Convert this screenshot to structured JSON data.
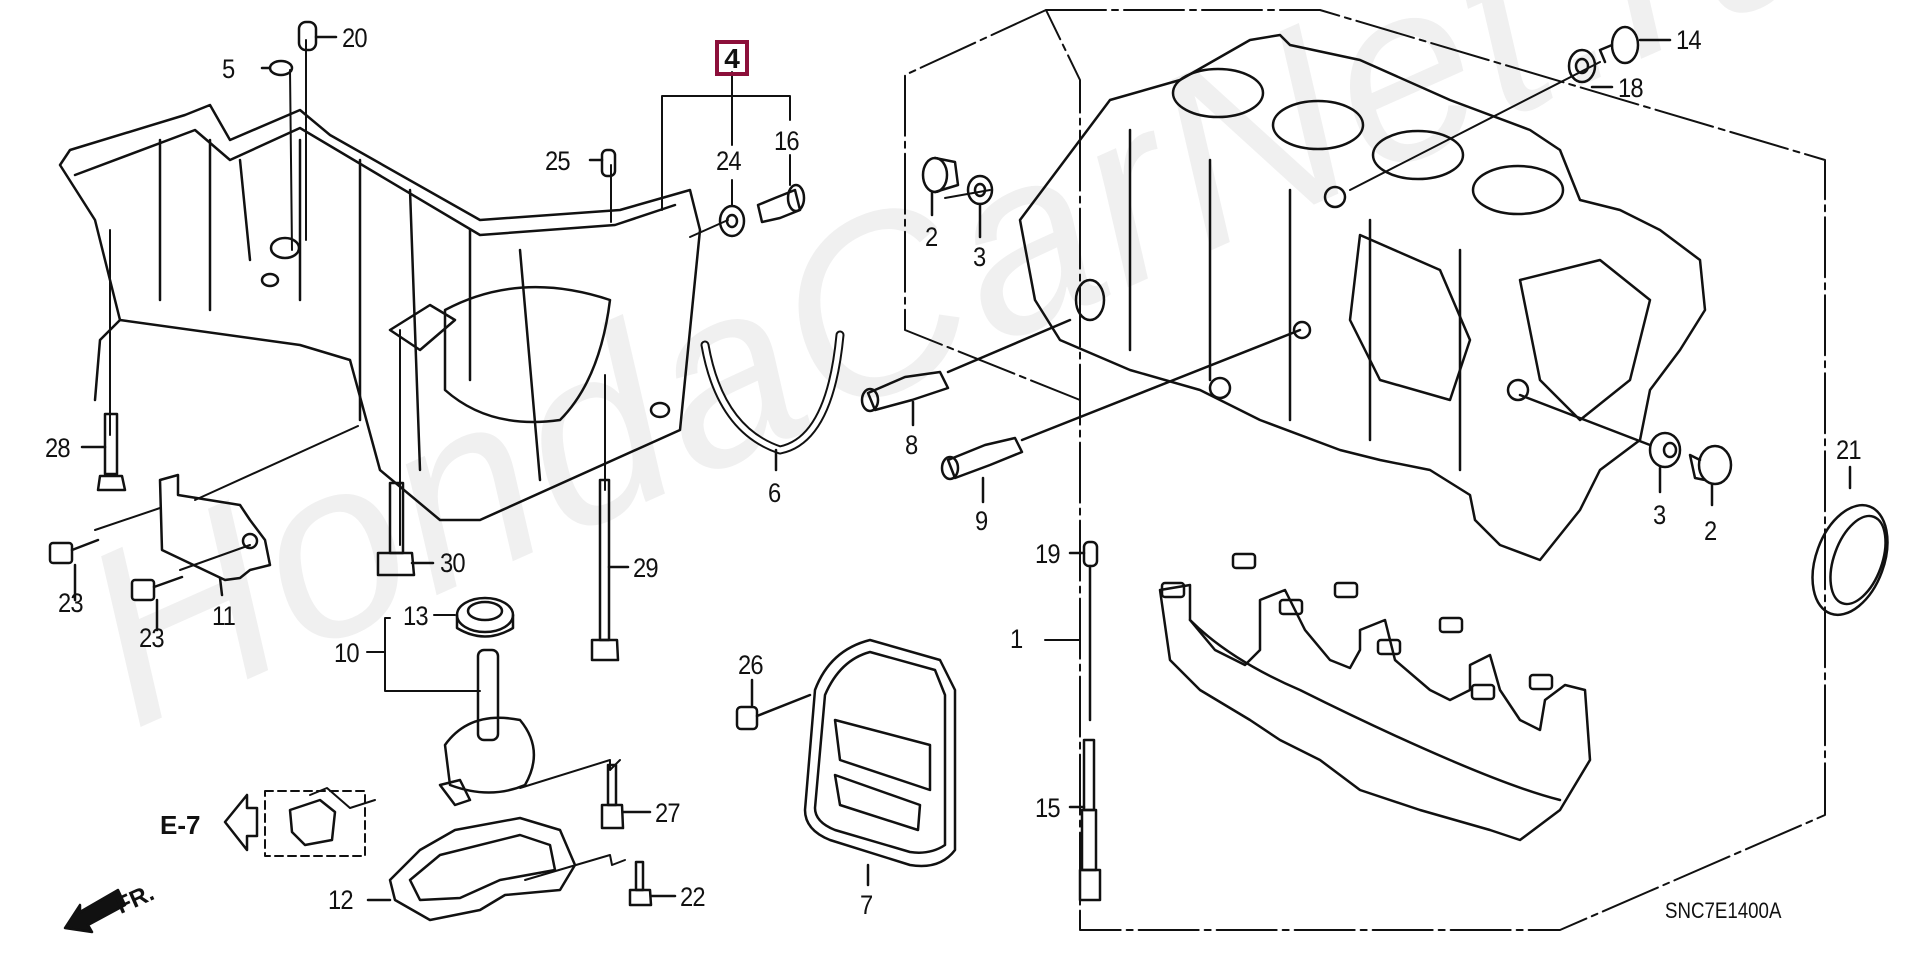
{
  "diagram": {
    "title": "Cylinder Block / Oil Pan exploded parts diagram",
    "diagram_code": "SNC7E1400A",
    "watermark": "HondaCarNet.ru",
    "highlighted_part": "4",
    "highlight_color": "#8c0f3a",
    "reference": {
      "label": "E-7"
    },
    "front_indicator": "FR.",
    "callouts": [
      {
        "id": "1",
        "label": "1"
      },
      {
        "id": "2a",
        "label": "2"
      },
      {
        "id": "2b",
        "label": "2"
      },
      {
        "id": "3a",
        "label": "3"
      },
      {
        "id": "3b",
        "label": "3"
      },
      {
        "id": "4",
        "label": "4"
      },
      {
        "id": "5",
        "label": "5"
      },
      {
        "id": "6",
        "label": "6"
      },
      {
        "id": "7",
        "label": "7"
      },
      {
        "id": "8",
        "label": "8"
      },
      {
        "id": "9",
        "label": "9"
      },
      {
        "id": "10",
        "label": "10"
      },
      {
        "id": "11",
        "label": "11"
      },
      {
        "id": "12",
        "label": "12"
      },
      {
        "id": "13",
        "label": "13"
      },
      {
        "id": "14",
        "label": "14"
      },
      {
        "id": "15",
        "label": "15"
      },
      {
        "id": "16",
        "label": "16"
      },
      {
        "id": "18",
        "label": "18"
      },
      {
        "id": "19",
        "label": "19"
      },
      {
        "id": "20",
        "label": "20"
      },
      {
        "id": "21",
        "label": "21"
      },
      {
        "id": "22",
        "label": "22"
      },
      {
        "id": "23a",
        "label": "23"
      },
      {
        "id": "23b",
        "label": "23"
      },
      {
        "id": "24",
        "label": "24"
      },
      {
        "id": "25",
        "label": "25"
      },
      {
        "id": "26",
        "label": "26"
      },
      {
        "id": "27",
        "label": "27"
      },
      {
        "id": "28",
        "label": "28"
      },
      {
        "id": "29",
        "label": "29"
      },
      {
        "id": "30",
        "label": "30"
      }
    ]
  }
}
